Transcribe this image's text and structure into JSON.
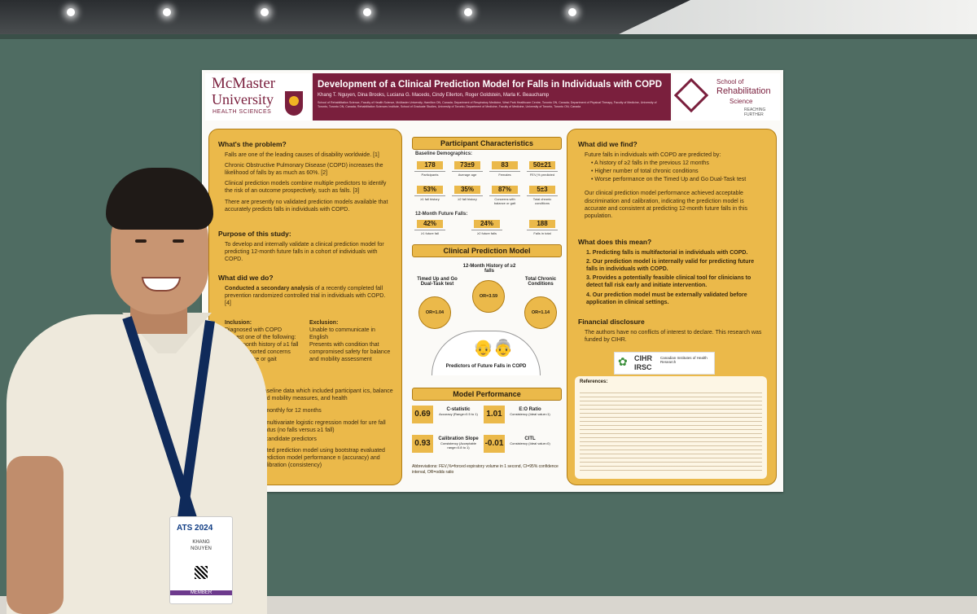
{
  "poster": {
    "title": "Development of a Clinical Prediction Model for Falls in Individuals with COPD",
    "authors": "Khang T. Nguyen, Dina Brooks, Luciana G. Macedo, Cindy Ellerton, Roger Goldstein, Marla K. Beauchamp",
    "affiliations": "School of Rehabilitation Science, Faculty of Health Science, McMaster University, Hamilton ON, Canada; Department of Respiratory Medicine, West Park Healthcare Centre, Toronto ON, Canada; Department of Physical Therapy, Faculty of Medicine, University of Toronto, Toronto ON, Canada; Rehabilitation Sciences Institute, School of Graduate Studies, University of Toronto; Department of Medicine, Faculty of Medicine, University of Toronto, Toronto ON, Canada",
    "logo_left": {
      "line1": "McMaster",
      "line2": "University",
      "line3": "HEALTH SCIENCES"
    },
    "logo_right": {
      "line1": "School of",
      "line2": "Rehabilitation",
      "line3": "Science",
      "line4": "REACHING FURTHER"
    },
    "problem": {
      "heading": "What's the problem?",
      "p1": "Falls are one of the leading causes of disability worldwide. [1]",
      "p2": "Chronic Obstructive Pulmonary Disease (COPD) increases the likelihood of falls by as much as 60%. [2]",
      "p3": "Clinical prediction models combine multiple predictors to identify the risk of an outcome prospectively, such as falls. [3]",
      "p4": "There are presently no validated prediction models available that accurately predicts falls in individuals with COPD."
    },
    "purpose": {
      "heading": "Purpose of this study:",
      "text": "To develop and internally validate a clinical prediction model for predicting 12-month future falls in a cohort of individuals with COPD."
    },
    "methods": {
      "heading": "What did we do?",
      "p1_bold": "Conducted a secondary analysis",
      "p1_rest": " of a recently completed fall prevention randomized controlled trial in individuals with COPD. [4]",
      "inclusion_head": "Inclusion:",
      "inclusion": [
        "Diagnosed with COPD",
        "At least one of the following:",
        "24-month history of ≥1 fall",
        "Self-reported concerns",
        "th balance or gait",
        "near fall"
      ],
      "exclusion_head": "Exclusion:",
      "exclusion": [
        "Unable to communicate in English",
        "Presents with condition that compromised safety for balance and mobility assessment"
      ],
      "p2": "baseline data which included participant ics, balance and mobility measures, and health",
      "p3": "s monthly for 12 months",
      "p4": "a multivariate logistic regression model for ure fall status (no falls versus ≥1 fall)",
      "p5": "6 candidate predictors",
      "p6": "dated prediction model using bootstrap evaluated prediction model performance n (accuracy) and calibration (consistency)"
    },
    "participants": {
      "heading": "Participant Characteristics",
      "baseline_head": "Baseline Demographics:",
      "row1": [
        {
          "value": "178",
          "label": "Participants"
        },
        {
          "value": "73±9",
          "label": "Average age"
        },
        {
          "value": "83",
          "label": "Females"
        },
        {
          "value": "50±21",
          "label": "FEV₁% predicted"
        }
      ],
      "row2": [
        {
          "value": "53%",
          "label": "≥1 fall history"
        },
        {
          "value": "35%",
          "label": "≥2 fall history"
        },
        {
          "value": "87%",
          "label": "Concerns with balance or gait"
        },
        {
          "value": "5±3",
          "label": "Total chronic conditions"
        }
      ],
      "future_head": "12-Month Future Falls:",
      "row3": [
        {
          "value": "42%",
          "label": "≥1 future fall"
        },
        {
          "value": "24%",
          "label": "≥2 future falls"
        },
        {
          "value": "188",
          "label": "Falls in total"
        }
      ]
    },
    "cpm": {
      "heading": "Clinical Prediction Model",
      "pred1_label": "Timed Up and Go Dual-Task test",
      "pred1_or": "OR=1.04",
      "pred2_label": "12-Month History of ≥2 falls",
      "pred2_or": "OR=3.59",
      "pred3_label": "Total Chronic Conditions",
      "pred3_or": "OR=1.14",
      "dome_label": "Predictors of Future Falls in COPD"
    },
    "performance": {
      "heading": "Model Performance",
      "items": [
        {
          "value": "0.69",
          "name": "C-statistic",
          "sub": "Accuracy (Range=0.5 to 1)"
        },
        {
          "value": "1.01",
          "name": "E:O Ratio",
          "sub": "Consistency (Ideal value=1)"
        },
        {
          "value": "0.93",
          "name": "Calibration Slope",
          "sub": "Consistency (Acceptable range=0.8 to 1)"
        },
        {
          "value": "-0.01",
          "name": "CITL",
          "sub": "Consistency (Ideal value=0)"
        }
      ],
      "abbrev": "Abbreviations: FEV₁%=forced expiratory volume in 1 second, CI=95% confidence interval, OR=odds ratio"
    },
    "findings": {
      "heading": "What did we find?",
      "intro": "Future falls in individuals with COPD are predicted by:",
      "bullets": [
        "A history of ≥2 falls in the previous 12 months",
        "Higher number of total chronic conditions",
        "Worse performance on the Timed Up and Go Dual-Task test"
      ],
      "summary": "Our clinical prediction model performance achieved acceptable discrimination and calibration, indicating the prediction model is accurate and consistent at predicting 12-month future falls in this population."
    },
    "meaning": {
      "heading": "What does this mean?",
      "items": [
        "Predicting falls is multifactorial in individuals with COPD.",
        "Our prediction model is internally valid for predicting future falls in individuals with COPD.",
        "Provides a potentially feasible clinical tool for clinicians to detect fall risk early and initiate intervention.",
        "Our prediction model must be externally validated before application in clinical settings."
      ]
    },
    "disclosure": {
      "heading": "Financial disclosure",
      "text": "The authors have no conflicts of interest to declare. This research was funded by CIHR.",
      "cihr1": "CIHR",
      "cihr2": "IRSC",
      "cihr3": "Canadian Institutes of Health Research"
    },
    "references": {
      "heading": "References:"
    }
  },
  "badge": {
    "event": "ATS 2024",
    "first": "KHANG",
    "last": "NGUYEN",
    "role": "MEMBER"
  }
}
